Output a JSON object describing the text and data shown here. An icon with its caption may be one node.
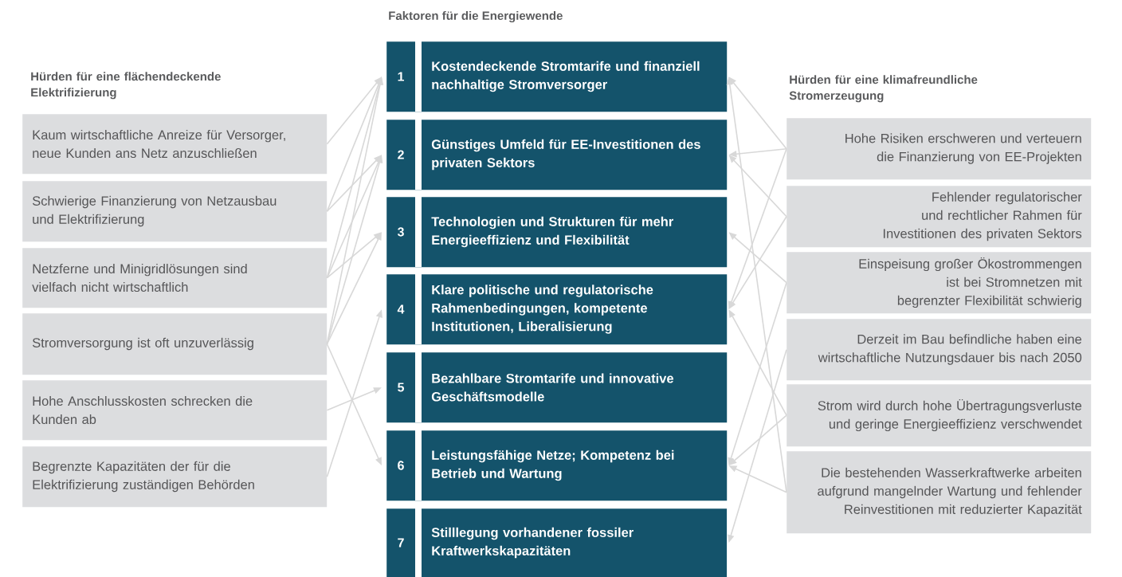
{
  "diagram": {
    "title": "Faktoren für die Energiewende",
    "nodes": [
      {
        "text": [
          "Kaum wirtschaftliche Anreize für Versorger, neue Kunden ans Netz anzuschließen"
        ]
      },
      {
        "text": [
          "Schwierige Finanzierung von Netzausbau und Elektrifizierung"
        ]
      },
      {
        "text": [
          "Netzferne und Minigridlösungen sind vielfach nicht wirtschaftlich"
        ]
      },
      {
        "text": [
          "Stromversorgung ist oft unzuverlässig"
        ]
      },
      {
        "text": [
          "Hohe Anschlusskosten schrecken die Kunden ab"
        ]
      },
      {
        "text": [
          "Begrenzte Kapazitäten der für die Elektrifizierung zuständigen Behörden"
        ]
      },
      {
        "text": [
          "1",
          "Kostendeckende Stromtarife und finanziell nachhaltige Stromversorger"
        ]
      },
      {
        "text": [
          "2",
          "Günstiges Umfeld für EE-Investitionen des privaten Sektors"
        ]
      },
      {
        "text": [
          "3",
          "Technologien und Strukturen für mehr Energieeffizienz und Flexibilität"
        ]
      },
      {
        "text": [
          "4",
          "Klare politische und regulatorische Rahmenbedingungen, kompetente Institutionen, Liberalisierung"
        ]
      },
      {
        "text": [
          "5",
          "Bezahlbare Stromtarife und innovative Geschäftsmodelle"
        ]
      },
      {
        "text": [
          "6",
          "Leistungsfähige Netze; Kompetenz bei Betrieb und Wartung"
        ]
      },
      {
        "text": [
          "7",
          "Stilllegung vorhandener fossiler Kraftwerkskapazitäten"
        ]
      },
      {
        "text": [
          "Hohe Risiken erschweren und verteuern die Finanzierung von EE-Projekten"
        ]
      },
      {
        "text": [
          "Fehlender regulatorischer und rechtlicher Rahmen für Investitionen des privaten Sektors"
        ]
      },
      {
        "text": [
          "Einspeisung großer Ökostrommengen ist bei Stromnetzen mit begrenzter Flexibilität schwierig"
        ]
      },
      {
        "text": [
          "Derzeit im Bau befindliche haben eine wirtschaftliche Nutzungsdauer bis nach 2050"
        ]
      },
      {
        "text": [
          "Strom wird durch hohe Übertragungsverluste und geringe Energieeffizienz verschwendet"
        ]
      },
      {
        "text": [
          "Die bestehenden Wasserkraftwerke arbeiten aufgrund mangelnder Wartung und fehlender Reinvestitionen mit reduzierter Kapazität"
        ]
      }
    ],
    "edges": [
      {
        "from": 0,
        "to": 6,
        "arrow": "to"
      },
      {
        "from": 1,
        "to": 6,
        "arrow": "to"
      },
      {
        "from": 1,
        "to": 7,
        "arrow": "to"
      },
      {
        "from": 2,
        "to": 6,
        "arrow": "to"
      },
      {
        "from": 2,
        "to": 7,
        "arrow": "to"
      },
      {
        "from": 2,
        "to": 8,
        "arrow": "to"
      },
      {
        "from": 3,
        "to": 6,
        "arrow": "to"
      },
      {
        "from": 3,
        "to": 7,
        "arrow": "to"
      },
      {
        "from": 3,
        "to": 8,
        "arrow": "to"
      },
      {
        "from": 3,
        "to": 11,
        "arrow": "to"
      },
      {
        "from": 4,
        "to": 10,
        "arrow": "to"
      },
      {
        "from": 5,
        "to": 9,
        "arrow": "to"
      },
      {
        "from": 13,
        "to": 6,
        "arrow": "to"
      },
      {
        "from": 13,
        "to": 7,
        "arrow": "to"
      },
      {
        "from": 13,
        "to": 9,
        "arrow": "to"
      },
      {
        "from": 14,
        "to": 7,
        "arrow": "to"
      },
      {
        "from": 14,
        "to": 9,
        "arrow": "to"
      },
      {
        "from": 15,
        "to": 8,
        "arrow": "to"
      },
      {
        "from": 15,
        "to": 11,
        "arrow": "to"
      },
      {
        "from": 16,
        "to": 12,
        "arrow": "to"
      },
      {
        "from": 17,
        "to": 9,
        "arrow": "to"
      },
      {
        "from": 17,
        "to": 11,
        "arrow": "to"
      },
      {
        "from": 18,
        "to": 11,
        "arrow": "to"
      },
      {
        "from": 18,
        "to": 6,
        "arrow": "to"
      }
    ],
    "labels": [
      "Hürden für eine flächendeckende Elektrifizierung",
      "Hürden für eine klimafreundliche Stromerzeugung"
    ]
  }
}
